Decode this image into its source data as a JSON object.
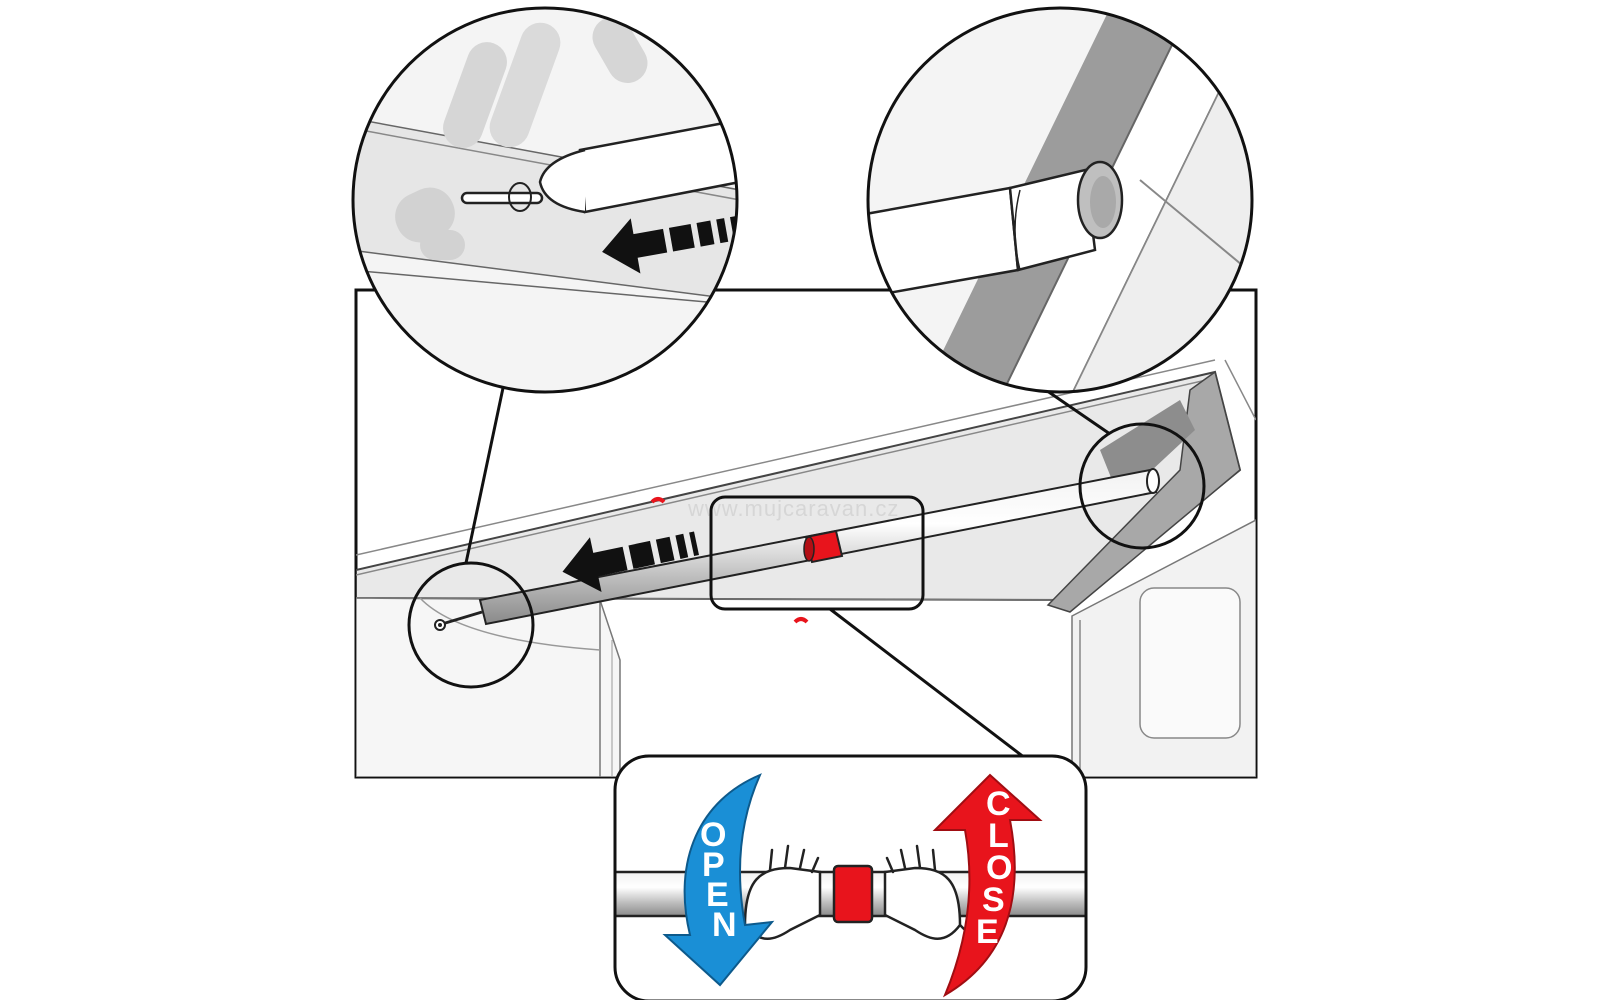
{
  "watermark": "www.mujcaravan.cz",
  "labels": {
    "open": [
      "O",
      "P",
      "E",
      "N"
    ],
    "close": [
      "C",
      "L",
      "O",
      "S",
      "E"
    ]
  },
  "icons": {
    "push_arrow": "arrow-left-icon",
    "open_arrow": "curved-arrow-down-icon",
    "close_arrow": "curved-arrow-up-icon",
    "hand": "hand-icon"
  },
  "colors": {
    "open": "#1a8fd6",
    "close": "#e8141c",
    "joint": "#e8141c",
    "line": "#111111",
    "shade": "#bcbcbc"
  }
}
